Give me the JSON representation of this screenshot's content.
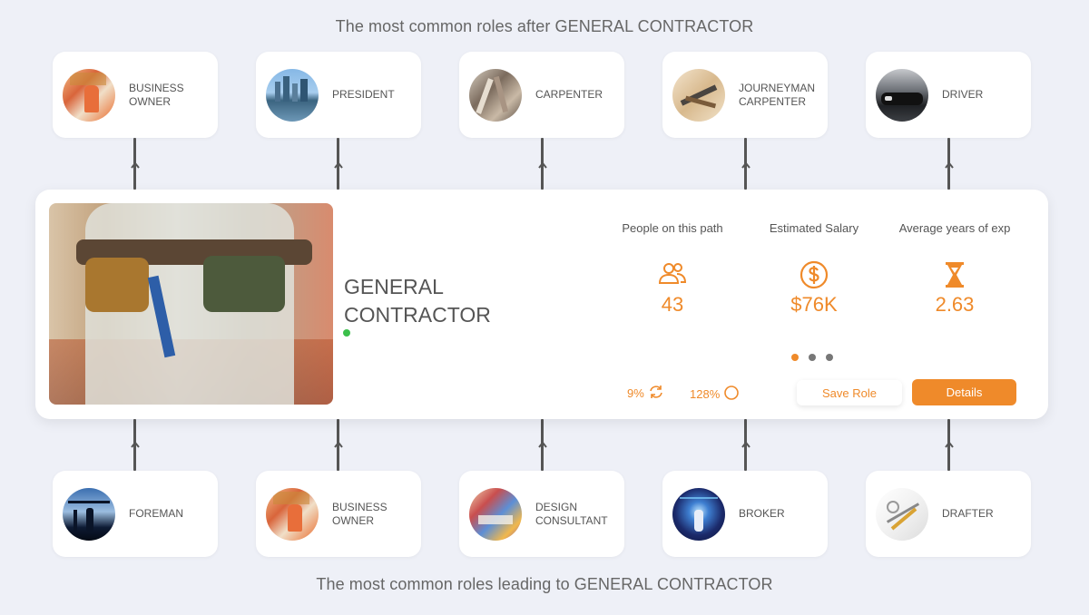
{
  "headings": {
    "after": "The most common roles after GENERAL CONTRACTOR",
    "leading": "The most common roles leading to GENERAL CONTRACTOR"
  },
  "next_roles": [
    {
      "label": "BUSINESS OWNER",
      "image": "office-worker-photo"
    },
    {
      "label": "PRESIDENT",
      "image": "city-skyline-photo"
    },
    {
      "label": "CARPENTER",
      "image": "carpentry-tools-photo"
    },
    {
      "label": "JOURNEYMAN CARPENTER",
      "image": "hand-tools-photo"
    },
    {
      "label": "DRIVER",
      "image": "car-photo"
    }
  ],
  "previous_roles": [
    {
      "label": "FOREMAN",
      "image": "construction-silhouette-photo"
    },
    {
      "label": "BUSINESS OWNER",
      "image": "office-worker-photo"
    },
    {
      "label": "DESIGN CONSULTANT",
      "image": "design-studio-photo"
    },
    {
      "label": "BROKER",
      "image": "digital-network-photo"
    },
    {
      "label": "DRAFTER",
      "image": "drafting-tools-photo"
    }
  ],
  "current_role": {
    "title": "GENERAL CONTRACTOR",
    "image": "contractor-tool-belt-photo",
    "status_color": "#3bbf4b"
  },
  "stats": [
    {
      "label": "People on this path",
      "value": "43",
      "icon": "people-icon"
    },
    {
      "label": "Estimated Salary",
      "value": "$76K",
      "icon": "dollar-icon"
    },
    {
      "label": "Average years of exp",
      "value": "2.63",
      "icon": "hourglass-icon"
    }
  ],
  "metrics": {
    "turnover": {
      "value": "9%",
      "icon": "refresh-icon"
    },
    "growth": {
      "value": "128%",
      "icon": "circle-icon"
    }
  },
  "carousel": {
    "pages": 3,
    "active_page": 1
  },
  "buttons": {
    "save": "Save Role",
    "details": "Details"
  },
  "colors": {
    "accent": "#ef8a2a",
    "background": "#eef0f7",
    "connector": "#555555",
    "status_green": "#3bbf4b"
  }
}
